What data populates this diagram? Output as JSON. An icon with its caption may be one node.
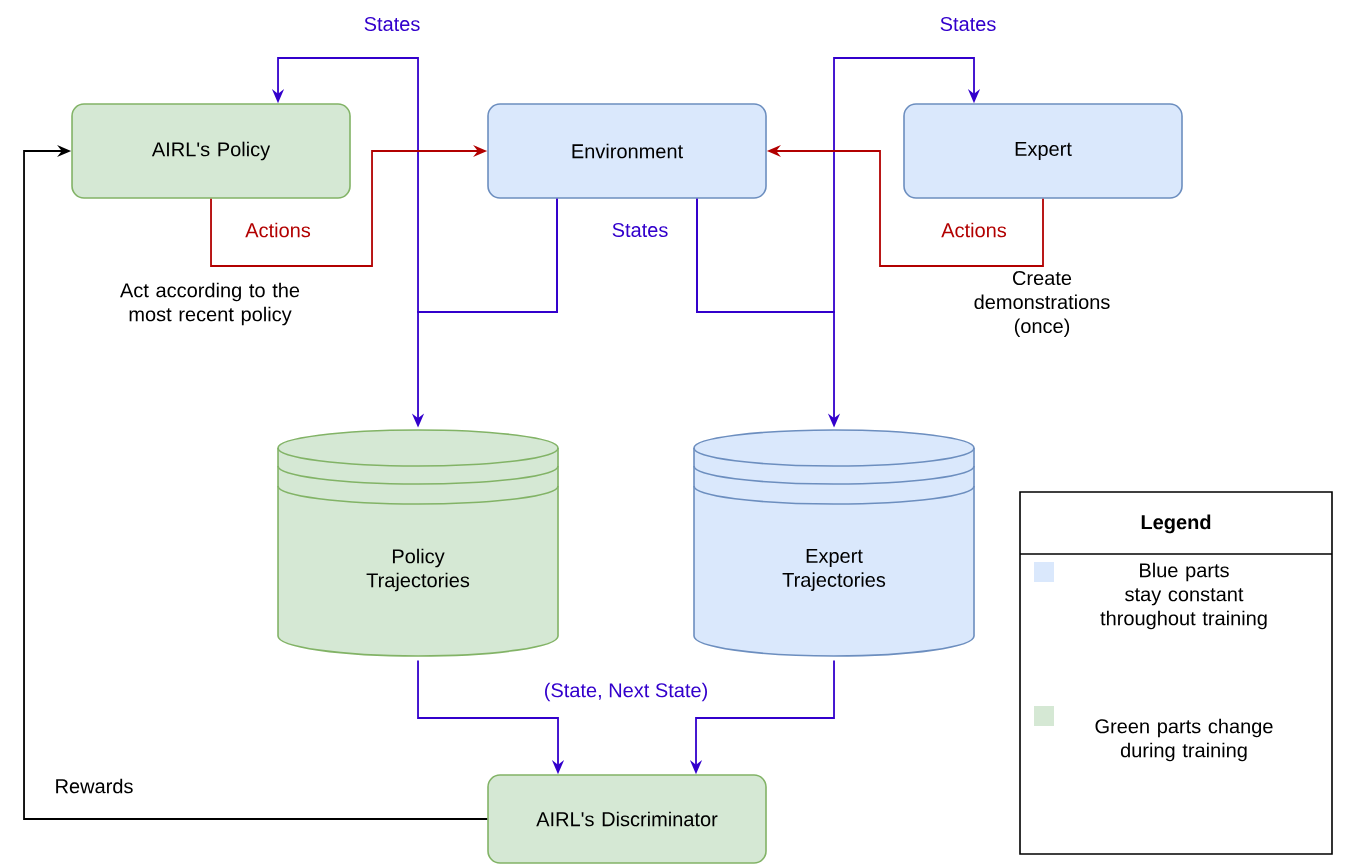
{
  "diagram": {
    "nodes": [
      {
        "text": [
          "AIRL's Policy"
        ]
      },
      {
        "text": [
          "Environment"
        ]
      },
      {
        "text": [
          "Expert"
        ]
      },
      {
        "text": [
          "Policy Trajectories"
        ]
      },
      {
        "text": [
          "Expert Trajectories"
        ]
      },
      {
        "text": [
          "AIRL's Discriminator"
        ]
      }
    ],
    "edges": [
      {
        "from": 1,
        "to": 0,
        "arrow": "to",
        "label": "States",
        "color": "#3300cc"
      },
      {
        "from": 1,
        "to": 3,
        "arrow": "to",
        "label": "States",
        "color": "#3300cc"
      },
      {
        "from": 1,
        "to": 2,
        "arrow": "to",
        "label": "States",
        "color": "#3300cc"
      },
      {
        "from": 1,
        "to": 4,
        "arrow": "to",
        "color": "#3300cc"
      },
      {
        "from": 0,
        "to": 1,
        "arrow": "to",
        "label": "Actions",
        "color": "#b20000"
      },
      {
        "from": 2,
        "to": 1,
        "arrow": "to",
        "label": "Actions",
        "color": "#b20000"
      },
      {
        "from": 3,
        "to": 5,
        "arrow": "to",
        "label": "(State, Next State)",
        "color": "#3300cc"
      },
      {
        "from": 4,
        "to": 5,
        "arrow": "to",
        "color": "#3300cc"
      },
      {
        "from": 5,
        "to": 0,
        "arrow": "to",
        "label": "Rewards",
        "color": "#000000"
      }
    ],
    "labels": [
      "Act according to the most recent policy",
      "Create demonstrations (once)",
      "Legend"
    ],
    "legend": [
      {
        "text": "Blue parts stay constant throughout training",
        "color": "#dae8fc"
      },
      {
        "text": "Green parts change during training",
        "color": "#d5e8d4"
      }
    ]
  }
}
